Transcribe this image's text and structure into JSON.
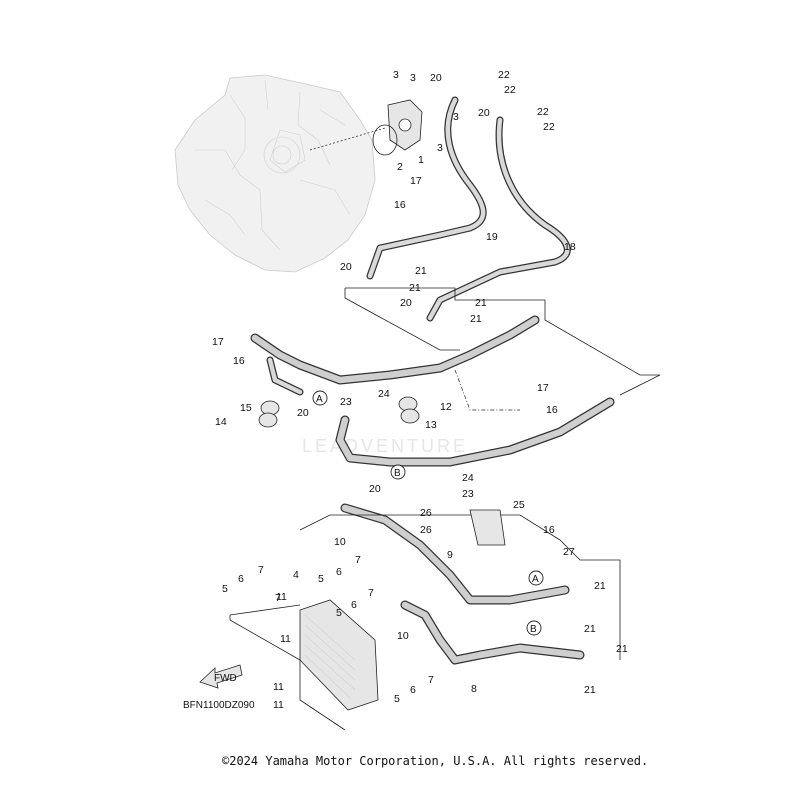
{
  "diagram_code": "BFN1100DZ090",
  "copyright": "©2024 Yamaha Motor Corporation, U.S.A. All rights reserved.",
  "fwd_label": "FWD",
  "watermark": "LEADVENTURE",
  "ref_marks": [
    "A",
    "B"
  ],
  "callouts": [
    {
      "id": "c1",
      "text": "1"
    },
    {
      "id": "c2",
      "text": "2"
    },
    {
      "id": "c3a",
      "text": "3"
    },
    {
      "id": "c3b",
      "text": "3"
    },
    {
      "id": "c3c",
      "text": "3"
    },
    {
      "id": "c3d",
      "text": "3"
    },
    {
      "id": "c20a",
      "text": "20"
    },
    {
      "id": "c22a",
      "text": "22"
    },
    {
      "id": "c22b",
      "text": "22"
    },
    {
      "id": "c20b",
      "text": "20"
    },
    {
      "id": "c22c",
      "text": "22"
    },
    {
      "id": "c22d",
      "text": "22"
    },
    {
      "id": "c17a",
      "text": "17"
    },
    {
      "id": "c16a",
      "text": "16"
    },
    {
      "id": "c19",
      "text": "19"
    },
    {
      "id": "c18",
      "text": "18"
    },
    {
      "id": "c20c",
      "text": "20"
    },
    {
      "id": "c21a",
      "text": "21"
    },
    {
      "id": "c21b",
      "text": "21"
    },
    {
      "id": "c20d",
      "text": "20"
    },
    {
      "id": "c21c",
      "text": "21"
    },
    {
      "id": "c21d",
      "text": "21"
    },
    {
      "id": "c17b",
      "text": "17"
    },
    {
      "id": "c16b",
      "text": "16"
    },
    {
      "id": "c24a",
      "text": "24"
    },
    {
      "id": "c23a",
      "text": "23"
    },
    {
      "id": "c17c",
      "text": "17"
    },
    {
      "id": "c16c",
      "text": "16"
    },
    {
      "id": "c15",
      "text": "15"
    },
    {
      "id": "c14",
      "text": "14"
    },
    {
      "id": "c20e",
      "text": "20"
    },
    {
      "id": "c12",
      "text": "12"
    },
    {
      "id": "c13",
      "text": "13"
    },
    {
      "id": "c20f",
      "text": "20"
    },
    {
      "id": "c24b",
      "text": "24"
    },
    {
      "id": "c23b",
      "text": "23"
    },
    {
      "id": "c25",
      "text": "25"
    },
    {
      "id": "c26a",
      "text": "26"
    },
    {
      "id": "c26b",
      "text": "26"
    },
    {
      "id": "c16d",
      "text": "16"
    },
    {
      "id": "c27",
      "text": "27"
    },
    {
      "id": "c10a",
      "text": "10"
    },
    {
      "id": "c9",
      "text": "9"
    },
    {
      "id": "c21e",
      "text": "21"
    },
    {
      "id": "c21f",
      "text": "21"
    },
    {
      "id": "c21g",
      "text": "21"
    },
    {
      "id": "c21h",
      "text": "21"
    },
    {
      "id": "c7a",
      "text": "7"
    },
    {
      "id": "c4",
      "text": "4"
    },
    {
      "id": "c5a",
      "text": "5"
    },
    {
      "id": "c6a",
      "text": "6"
    },
    {
      "id": "c7b",
      "text": "7"
    },
    {
      "id": "c5b",
      "text": "5"
    },
    {
      "id": "c6b",
      "text": "6"
    },
    {
      "id": "c7c",
      "text": "7"
    },
    {
      "id": "c5c",
      "text": "5"
    },
    {
      "id": "c6c",
      "text": "6"
    },
    {
      "id": "c7d",
      "text": "7"
    },
    {
      "id": "c11a",
      "text": "11"
    },
    {
      "id": "c11b",
      "text": "11"
    },
    {
      "id": "c10b",
      "text": "10"
    },
    {
      "id": "c5d",
      "text": "5"
    },
    {
      "id": "c6d",
      "text": "6"
    },
    {
      "id": "c7e",
      "text": "7"
    },
    {
      "id": "c8",
      "text": "8"
    },
    {
      "id": "c11c",
      "text": "11"
    },
    {
      "id": "c11d",
      "text": "11"
    }
  ]
}
